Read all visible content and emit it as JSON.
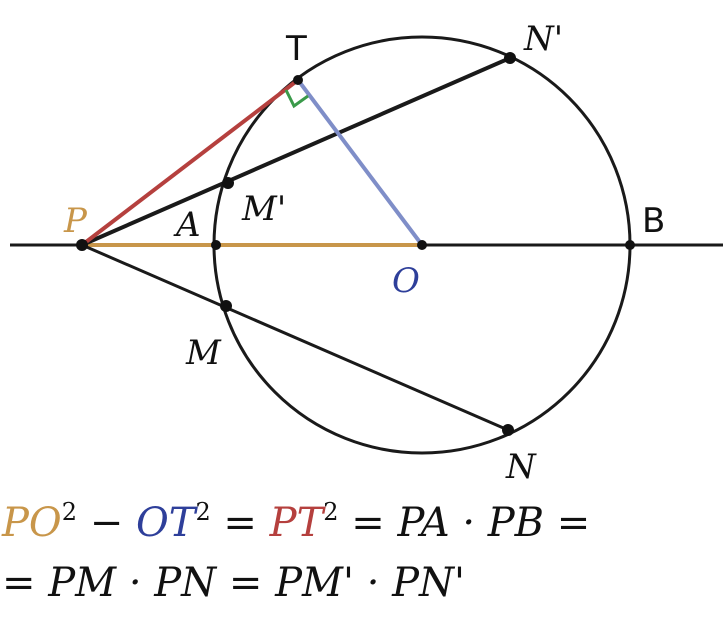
{
  "colors": {
    "po": "#c8964a",
    "ot": "#7f8ec8",
    "pt": "#b5403e",
    "ot_text": "#2e3f9a",
    "right_angle": "#3a9a4a",
    "line": "#1a1a1a"
  },
  "points": {
    "P": "P",
    "A": "A",
    "B": "B",
    "O": "O",
    "T": "T",
    "M": "M",
    "N": "N",
    "M_prime": "M'",
    "N_prime": "N'"
  },
  "formula": {
    "line1": {
      "po": "PO",
      "sq1": "2",
      "minus": " − ",
      "ot": "OT",
      "sq2": "2",
      "eq1": " = ",
      "pt": "PT",
      "sq3": "2",
      "rest": " = PA · PB ="
    },
    "line2": {
      "text": "= PM · PN = PM' · PN'"
    }
  }
}
